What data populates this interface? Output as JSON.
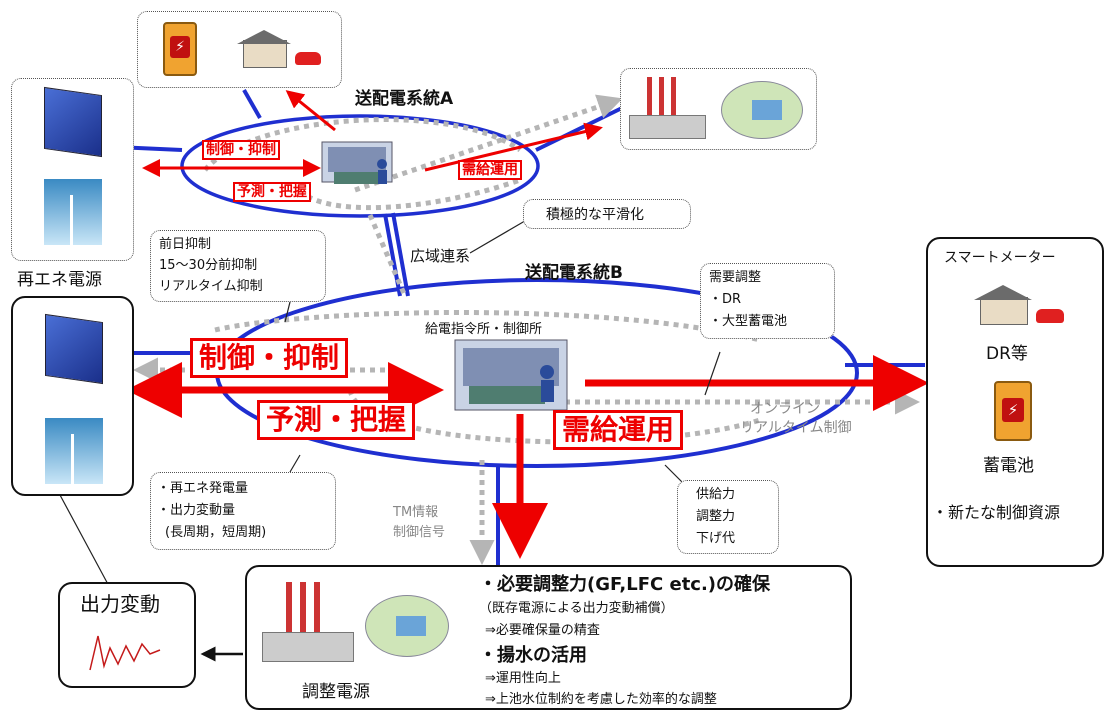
{
  "grid_a": {
    "title": "送配電系統A"
  },
  "grid_b": {
    "title": "送配電系統B"
  },
  "tags_small": {
    "control": "制御・抑制",
    "forecast": "予測・把握",
    "supply": "需給運用"
  },
  "tags_big": {
    "control": "制御・抑制",
    "forecast": "予測・把握",
    "supply": "需給運用"
  },
  "callouts": {
    "smoothing": "積極的な平滑化",
    "wide_area": "広域連系",
    "curtail": [
      "前日抑制",
      "15〜30分前抑制",
      "リアルタイム抑制"
    ],
    "demand_adjust": [
      "需要調整",
      "・DR",
      "・大型蓄電池"
    ],
    "center": "給電指令所・制御所",
    "online": [
      "オンライン",
      "リアルタイム制御"
    ],
    "renew_gen": [
      "・再エネ発電量",
      "・出力変動量",
      "(長周期，短周期)"
    ],
    "tm": [
      "TM情報",
      "制御信号"
    ],
    "capacity": [
      "供給力",
      "調整力",
      "下げ代"
    ]
  },
  "renewables_label": "再エネ電源",
  "right_panel": {
    "smart_meter": "スマートメーター",
    "dr": "DR等",
    "battery": "蓄電池",
    "new_resource": "・新たな制御資源"
  },
  "bottom_panel": {
    "label": "調整電源",
    "h1": "・必要調整力(GF,LFC etc.)の確保",
    "l1": "（既存電源による出力変動補償）",
    "l2": "⇒必要確保量の精査",
    "h2": "・揚水の活用",
    "l3": "⇒運用性向上",
    "l4": "⇒上池水位制約を考慮した効率的な調整"
  },
  "output_fluct": "出力変動",
  "colors": {
    "grid_line": "#1f2fd0",
    "control_red": "#ee0000",
    "comm_gray": "#b5b5b5"
  },
  "icons": [
    "battery-icon",
    "house-ev-icon",
    "solar-panel-icon",
    "wind-turbine-icon",
    "control-room-icon",
    "thermal-plant-icon",
    "hydro-dam-icon",
    "waveform-icon"
  ]
}
